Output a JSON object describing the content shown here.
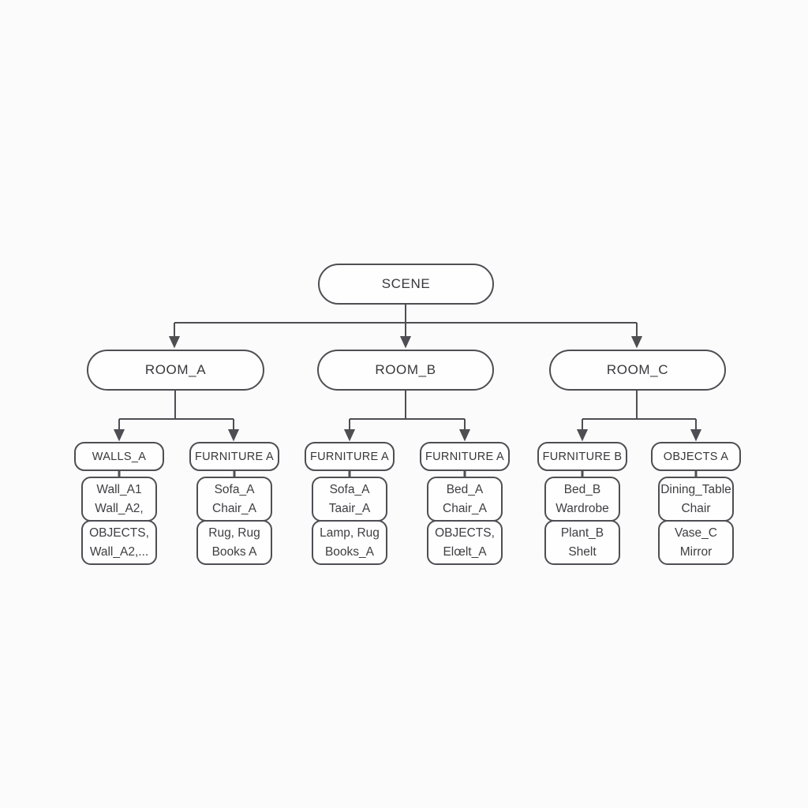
{
  "diagram": {
    "title": "scene-hierarchy-tree",
    "root": {
      "label": "SCENE"
    },
    "rooms": [
      {
        "label": "ROOM_A",
        "groups": [
          {
            "header": "WALLS_A",
            "boxes": [
              [
                "Wall_A1",
                "Wall_A2,"
              ],
              [
                "OBJECTS,",
                "Wall_A2,..."
              ]
            ]
          },
          {
            "header": "FURNITURE A",
            "boxes": [
              [
                "Sofa_A",
                "Chair_A"
              ],
              [
                "Rug, Rug",
                "Books A"
              ]
            ]
          }
        ]
      },
      {
        "label": "ROOM_B",
        "groups": [
          {
            "header": "FURNITURE A",
            "boxes": [
              [
                "Sofa_A",
                "Taair_A"
              ],
              [
                "Lamp, Rug",
                "Books_A"
              ]
            ]
          },
          {
            "header": "FURNITURE A",
            "boxes": [
              [
                "Bed_A",
                "Chair_A"
              ],
              [
                "OBJECTS,",
                "Elœlt_A"
              ]
            ]
          }
        ]
      },
      {
        "label": "ROOM_C",
        "groups": [
          {
            "header": "FURNITURE B",
            "boxes": [
              [
                "Bed_B",
                "Wardrobe"
              ],
              [
                "Plant_B",
                "Shelt"
              ]
            ]
          },
          {
            "header": "OBJECTS A",
            "boxes": [
              [
                "Dining_Table",
                "Chair"
              ],
              [
                "Vase_C",
                "Mirror"
              ]
            ]
          }
        ]
      }
    ],
    "colors": {
      "background": "#fbfbfc",
      "line": "#4e4e53",
      "box_border": "#4e4e53",
      "box_fill": "#fefefe",
      "text": "#3a3a3e"
    }
  }
}
